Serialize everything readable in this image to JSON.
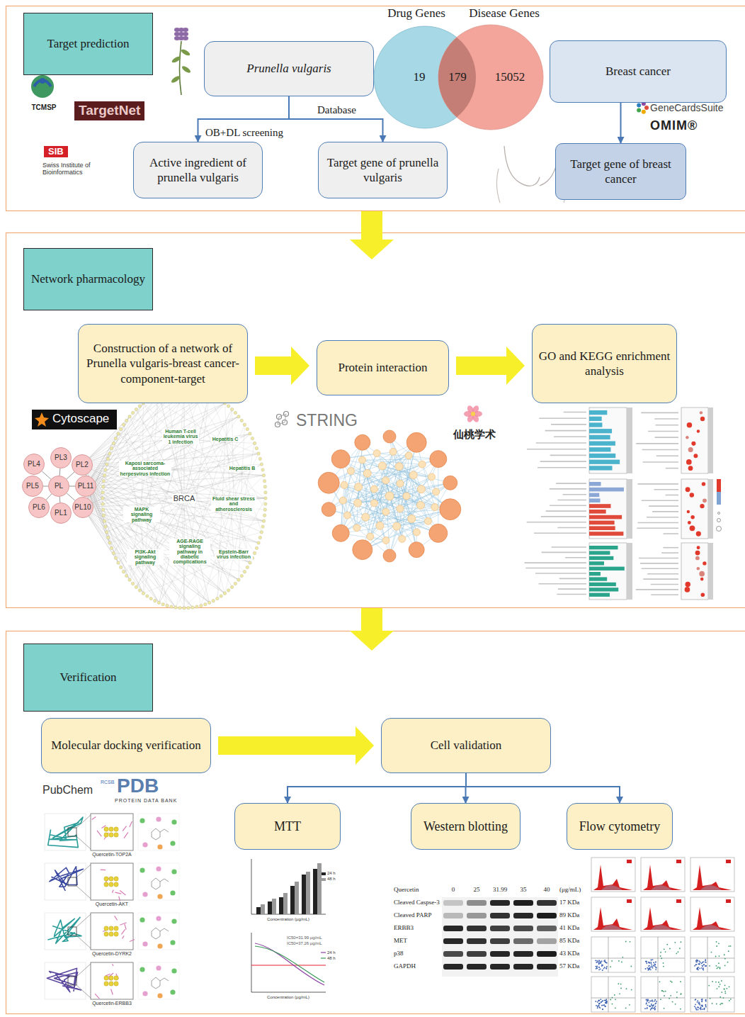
{
  "diagram": {
    "nodes": [
      {
        "text": [
          "Target prediction"
        ]
      },
      {
        "text": [
          "Prunella vulgaris"
        ]
      },
      {
        "text": [
          "Active ingredient of prunella vulgaris"
        ]
      },
      {
        "text": [
          "Target gene of prunella vulgaris"
        ]
      },
      {
        "text": [
          "Drug Genes",
          "19"
        ]
      },
      {
        "text": [
          "Disease Genes",
          "15052"
        ]
      },
      {
        "text": [
          "Breast cancer"
        ]
      },
      {
        "text": [
          "Target gene of breast cancer"
        ]
      },
      {
        "text": [
          "Network pharmacology"
        ]
      },
      {
        "text": [
          "Construction of a network of Prunella vulgaris-breast cancer-component-target"
        ]
      },
      {
        "text": [
          "Protein interaction"
        ]
      },
      {
        "text": [
          "GO and KEGG enrichment analysis"
        ]
      },
      {
        "text": [
          "PL4"
        ]
      },
      {
        "text": [
          "PL3"
        ]
      },
      {
        "text": [
          "PL2"
        ]
      },
      {
        "text": [
          "PL5"
        ]
      },
      {
        "text": [
          "PL"
        ]
      },
      {
        "text": [
          "PL11"
        ]
      },
      {
        "text": [
          "PL6"
        ]
      },
      {
        "text": [
          "PL1"
        ]
      },
      {
        "text": [
          "PL10"
        ]
      },
      {
        "text": [
          "Verification"
        ]
      },
      {
        "text": [
          "Molecular docking verification"
        ]
      },
      {
        "text": [
          "Cell validation"
        ]
      },
      {
        "text": [
          "MTT"
        ]
      },
      {
        "text": [
          "Western blotting"
        ]
      },
      {
        "text": [
          "Flow cytometry"
        ]
      }
    ],
    "edges": [
      {
        "from": 1,
        "to": 2,
        "arrow": "to",
        "label": "OB+DL screening"
      },
      {
        "from": 1,
        "to": 3,
        "arrow": "to",
        "label": "Database"
      },
      {
        "from": 6,
        "to": 7,
        "arrow": "to"
      },
      {
        "from": 9,
        "to": 10,
        "arrow": "to"
      },
      {
        "from": 10,
        "to": 11,
        "arrow": "to"
      },
      {
        "from": 16,
        "to": 12,
        "arrow": "none"
      },
      {
        "from": 16,
        "to": 13,
        "arrow": "none"
      },
      {
        "from": 16,
        "to": 14,
        "arrow": "none"
      },
      {
        "from": 16,
        "to": 15,
        "arrow": "none"
      },
      {
        "from": 16,
        "to": 17,
        "arrow": "none"
      },
      {
        "from": 16,
        "to": 18,
        "arrow": "none"
      },
      {
        "from": 16,
        "to": 19,
        "arrow": "none"
      },
      {
        "from": 16,
        "to": 20,
        "arrow": "none"
      },
      {
        "from": 22,
        "to": 23,
        "arrow": "to"
      },
      {
        "from": 23,
        "to": 24,
        "arrow": "to"
      },
      {
        "from": 23,
        "to": 25,
        "arrow": "to"
      },
      {
        "from": 23,
        "to": 26,
        "arrow": "to"
      }
    ],
    "labels": [
      "TCMSP",
      "TargetNet",
      "SIB",
      "Swiss Institute of Bioinformatics",
      "179",
      "GeneCardsSuite",
      "OMIM®",
      "Cytoscape",
      "STRING",
      "仙桃学术",
      "BRCA",
      "Human T-cell leukemia virus 1 infection",
      "Hepatitis C",
      "Kaposi sarcoma-associated herpesvirus infection",
      "Hepatitis B",
      "MAPK signaling pathway",
      "Fluid shear stress and atherosclerosis",
      "PI3K-Akt signaling pathway",
      "AGE-RAGE signaling pathway in diabetic complications",
      "Epstein-Barr virus infection",
      "PubChem",
      "RCSB",
      "PDB",
      "PROTEIN DATA BANK",
      "Quercetin-TOP2A",
      "Quercetin-AKT",
      "Quercetin-DYRK2",
      "Quercetin-ERBB3",
      "24 h",
      "48 h",
      "Concentration (μg/mL)",
      "IC50=31.99 μg/mL",
      "IC50=37.26 μg/mL",
      "24 h",
      "48 h",
      "Concentration (μg/mL)",
      "Quercetin",
      "0",
      "25",
      "31.99",
      "35",
      "40",
      "(μg/mL)",
      "Cleaved Caspse-3",
      "Cleaved PARP",
      "ERBB3",
      "MET",
      "p38",
      "GAPDH",
      "17 KDa",
      "89 KDa",
      "41 KDa",
      "85 KDa",
      "43 KDa",
      "57 KDa"
    ]
  }
}
